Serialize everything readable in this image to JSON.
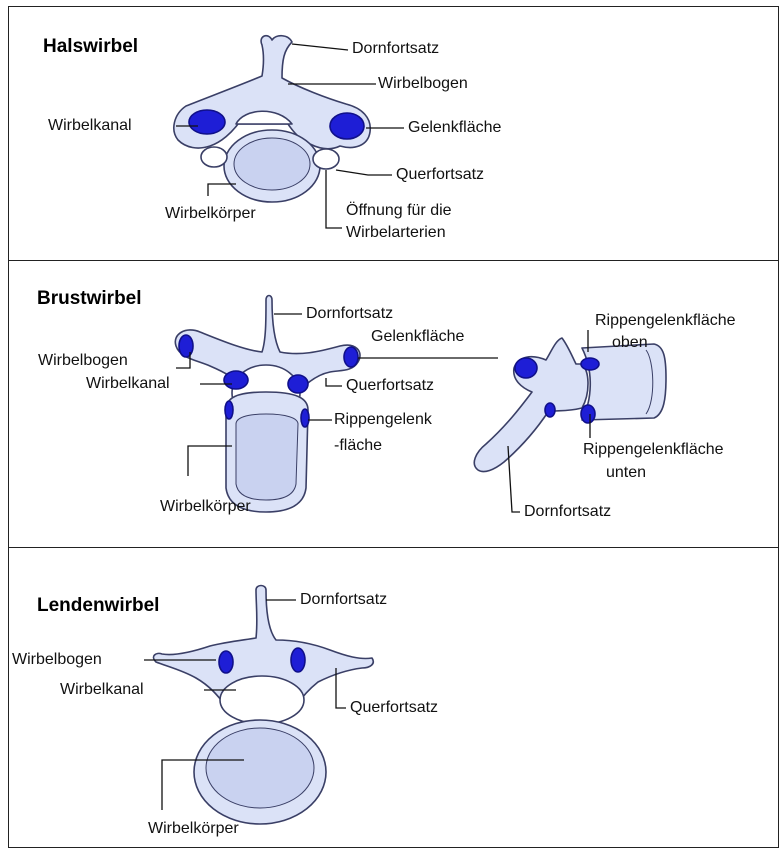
{
  "colors": {
    "bone_fill": "#dbe2f7",
    "bone_dark": "#b8c3e8",
    "bone_stroke": "#3a3f66",
    "facet_blue": "#1e1ed6",
    "panel_border": "#222222"
  },
  "panels": {
    "hals": {
      "title": "Halswirbel",
      "dornfortsatz": "Dornfortsatz",
      "wirbelbogen": "Wirbelbogen",
      "wirbelkanal": "Wirbelkanal",
      "gelenkflaeche": "Gelenkfläche",
      "querfortsatz": "Querfortsatz",
      "wirbelkoerper": "Wirbelkörper",
      "oeffnung_line1": "Öffnung für die",
      "oeffnung_line2": "Wirbelarterien"
    },
    "brust": {
      "title": "Brustwirbel",
      "dornfortsatz": "Dornfortsatz",
      "gelenkflaeche": "Gelenkfläche",
      "wirbelbogen": "Wirbelbogen",
      "wirbelkanal": "Wirbelkanal",
      "querfortsatz": "Querfortsatz",
      "rippengelenk_line1": "Rippengelenk",
      "rippengelenk_line2": "-fläche",
      "wirbelkoerper": "Wirbelkörper",
      "rippen_oben_line1": "Rippengelenkfläche",
      "rippen_oben_line2": "oben",
      "rippen_unten_line1": "Rippengelenkfläche",
      "rippen_unten_line2": "unten",
      "dornfortsatz_side": "Dornfortsatz"
    },
    "lenden": {
      "title": "Lendenwirbel",
      "dornfortsatz": "Dornfortsatz",
      "wirbelbogen": "Wirbelbogen",
      "wirbelkanal": "Wirbelkanal",
      "querfortsatz": "Querfortsatz",
      "wirbelkoerper": "Wirbelkörper"
    }
  }
}
